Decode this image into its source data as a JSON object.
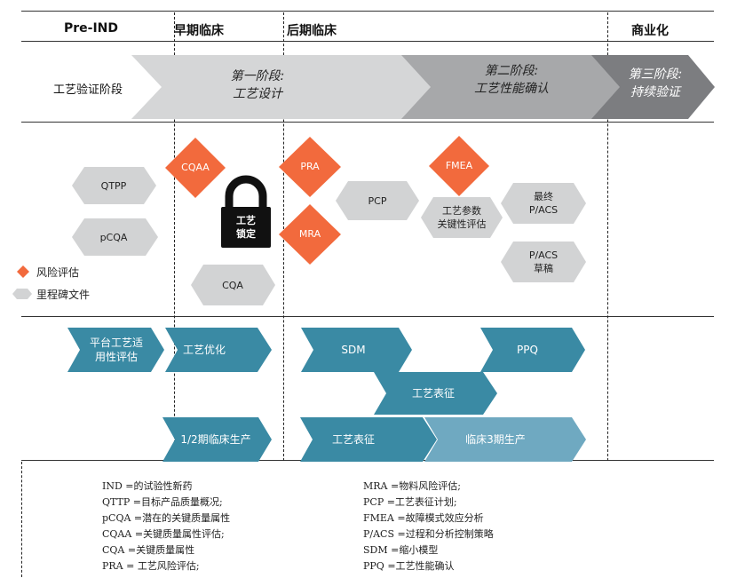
{
  "phases": [
    "Pre-IND",
    "早期临床",
    "后期临床",
    "商业化"
  ],
  "row_title": "工艺验证阶段",
  "stages": [
    {
      "line1": "第一阶段:",
      "line2": "工艺设计"
    },
    {
      "line1": "第二阶段:",
      "line2": "工艺性能确认"
    },
    {
      "line1": "第三阶段:",
      "line2": "持续验证"
    }
  ],
  "milestones": {
    "qtpp": "QTPP",
    "pcqa": "pCQA",
    "cqa": "CQA",
    "pcp": "PCP",
    "process_params": [
      "工艺参数",
      "关键性评估"
    ],
    "final_pacs": [
      "最终",
      "P/ACS"
    ],
    "draft_pacs": [
      "P/ACS",
      "草稿"
    ]
  },
  "risks": {
    "cqaa": "CQAA",
    "pra": "PRA",
    "mra": "MRA",
    "fmea": "FMEA"
  },
  "lock": [
    "工艺",
    "锁定"
  ],
  "legend": {
    "risk": "风险评估",
    "milestone": "里程碑文件"
  },
  "activities": {
    "platform": [
      "平台工艺适",
      "用性评估"
    ],
    "optimization": "工艺优化",
    "sdm": "SDM",
    "ppq": "PPQ",
    "characterization_1": "工艺表征",
    "clinical_12": "1/2期临床生产",
    "characterization_2": "工艺表征",
    "clinical_3": "临床3期生产"
  },
  "abbreviations_left": [
    "IND =的试验性新药",
    "QTTP =目标产品质量概况;",
    "pCQA =潜在的关键质量属性",
    "CQAA =关键质量属性评估;",
    "CQA =关键质量属性",
    "PRA = 工艺风险评估;"
  ],
  "abbreviations_right": [
    "MRA =物料风险评估;",
    "PCP =工艺表征计划;",
    "FMEA =故障模式效应分析",
    "P/ACS =过程和分析控制策略",
    "SDM =缩小模型",
    "PPQ =工艺性能确认"
  ],
  "colors": {
    "risk": "#f26a3d",
    "milestone": "#d2d3d4",
    "activity": "#3a8aa4",
    "activity_light": "#6fa9c1",
    "stage1": "#d5d6d7",
    "stage2": "#a7a8aa",
    "stage3": "#7c7d80",
    "lock": "#111111"
  }
}
